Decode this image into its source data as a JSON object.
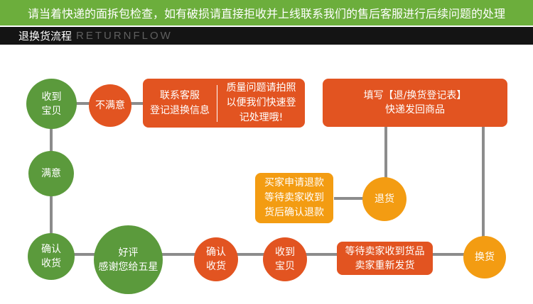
{
  "banner": {
    "text": "请当着快递的面拆包检查，如有破损请直接拒收并上线联系我们的售后客服进行后续问题的处理"
  },
  "header": {
    "title_zh": "退换货流程",
    "title_en": "RETURNFLOW"
  },
  "nodes": {
    "receive": "收到\n宝贝",
    "satisfied": "满意",
    "confirm_green": "确认\n收货",
    "praise": "好评\n感谢您给五星",
    "unsatisfied": "不满意",
    "contact": "联系客服\n登记退换信息",
    "photo": "质量问题请拍照\n以便我们快速登\n记处理哦!",
    "fill_form": "填写【退/换货登记表】\n快递发回商品",
    "refund_box": "买家申请退款\n等待卖家收到\n货后确认退款",
    "return_goods": "退货",
    "exchange": "换货",
    "wait_resend": "等待卖家收到货品\n卖家重新发货",
    "received_red": "收到\n宝贝",
    "confirm_red": "确认\n收货"
  },
  "colors": {
    "banner": "#6cae3c",
    "green": "#5b9a3c",
    "red": "#e25421",
    "orange": "#f39c12",
    "line": "#8c8c8c"
  }
}
